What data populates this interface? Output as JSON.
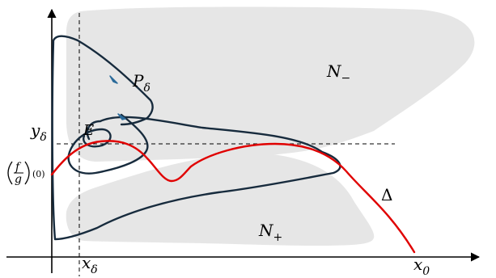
{
  "colors": {
    "background": "#ffffff",
    "region_fill": "#e6e6e6",
    "trajectory": "#172b3d",
    "curve_delta": "#e00000",
    "arrow": "#2a6a9a",
    "axes": "#000000"
  },
  "labels": {
    "region_negative": "N",
    "region_negative_sub": "−",
    "region_positive": "N",
    "region_positive_sub": "+",
    "trajectory": "P",
    "trajectory_sub": "δ",
    "equilibrium": "E",
    "curve": "Δ",
    "y_delta": "y",
    "y_delta_sub": "δ",
    "x_delta": "x",
    "x_delta_sub": "δ",
    "x0": "x",
    "x0_sub": "0",
    "intercept_f": "f",
    "intercept_g": "g",
    "intercept_arg": "(0)"
  },
  "icons": {
    "trajectory_arrows": "arrowhead-icon"
  }
}
